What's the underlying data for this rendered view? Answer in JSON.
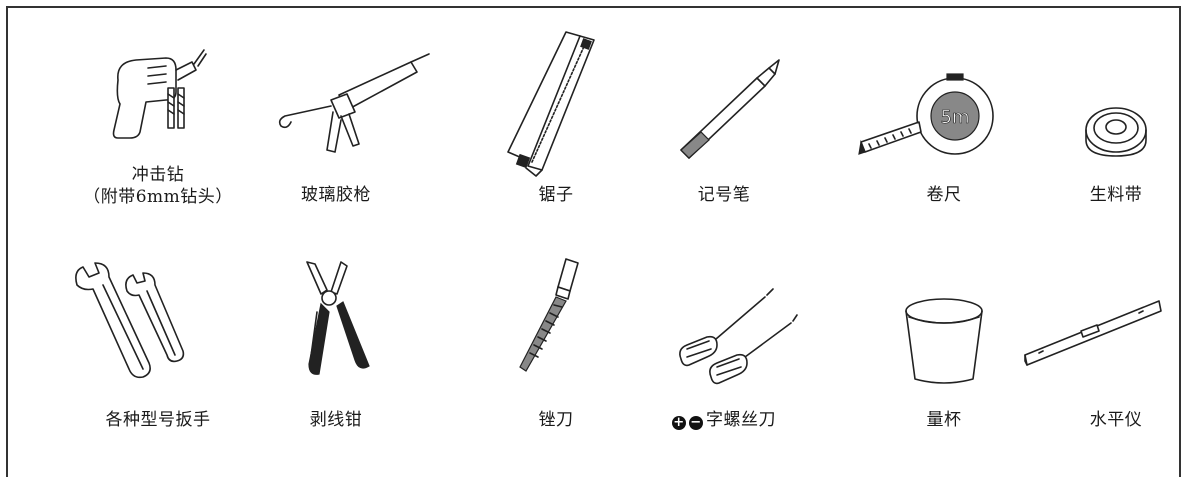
{
  "tools": [
    {
      "name": "冲击钻",
      "sub": "（附带6mm钻头）"
    },
    {
      "name": "玻璃胶枪"
    },
    {
      "name": "锯子"
    },
    {
      "name": "记号笔"
    },
    {
      "name": "卷尺",
      "tape_mark": "5m"
    },
    {
      "name": "生料带"
    },
    {
      "name": "各种型号扳手"
    },
    {
      "name": "剥线钳"
    },
    {
      "name": "锉刀"
    },
    {
      "name": "字螺丝刀",
      "plus_symbol": "+",
      "minus_symbol": "−"
    },
    {
      "name": "量杯"
    },
    {
      "name": "水平仪"
    }
  ]
}
